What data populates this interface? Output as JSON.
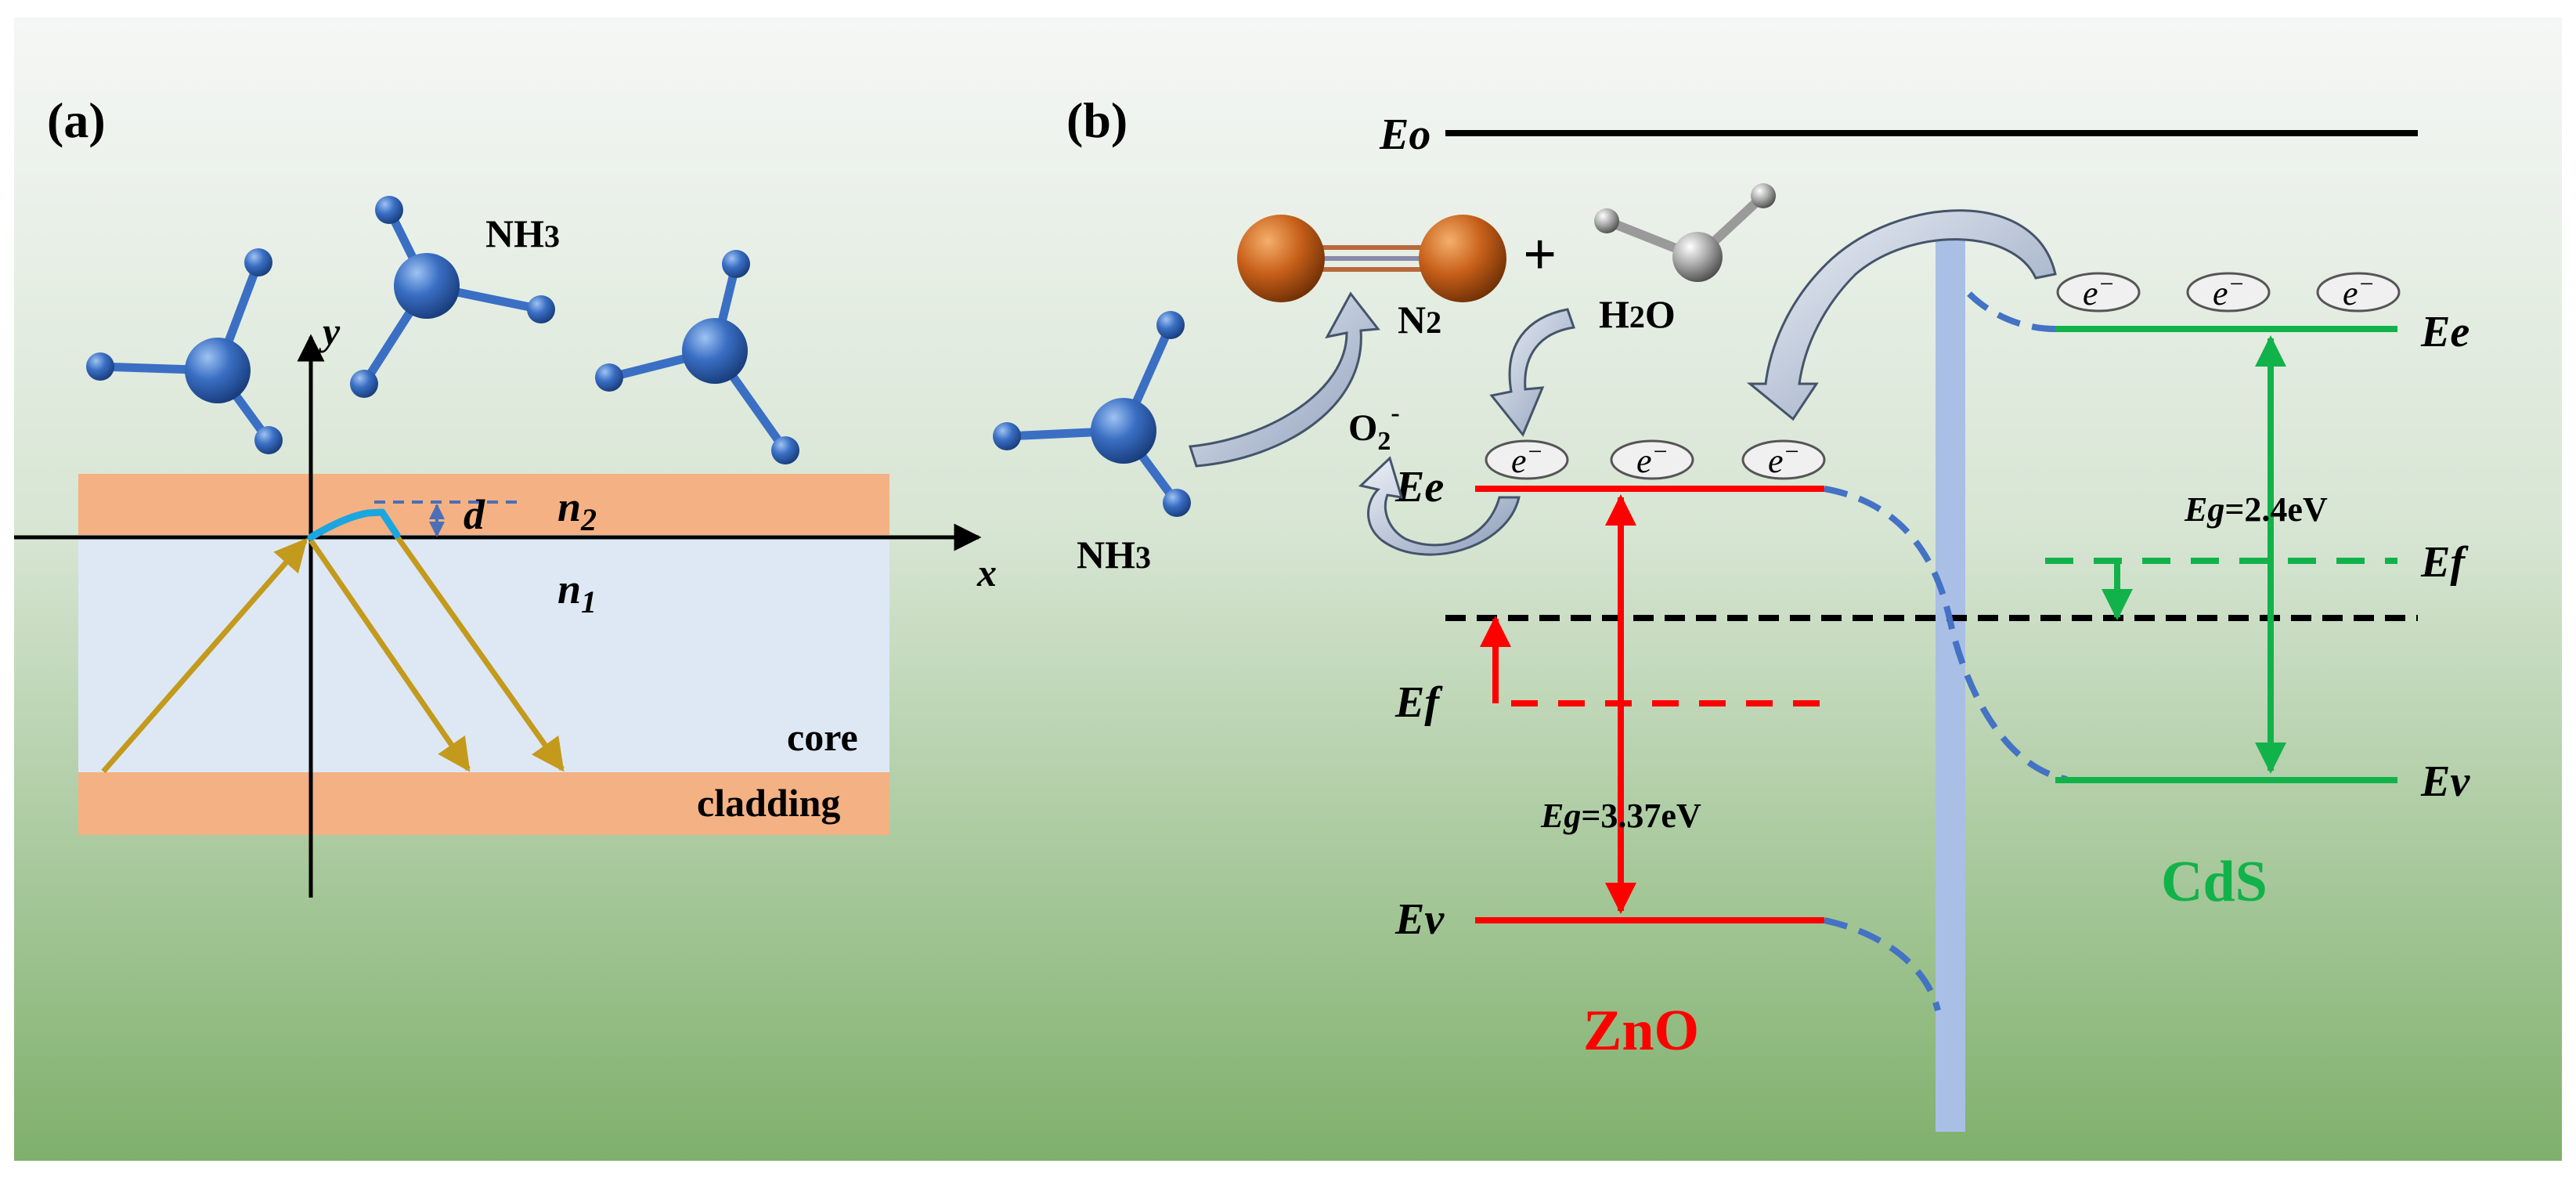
{
  "colors": {
    "bg_top": "#f5f7f6",
    "bg_bottom": "#7fb06c",
    "cladding": "#f4b183",
    "core": "#dde8f4",
    "ray": "#c49a1c",
    "evanescent": "#1aa6e0",
    "molecule": "#3a6fc4",
    "n2_atom": "#c8601a",
    "zno": "#ff0000",
    "cds": "#12b24a",
    "band_bend": "#4472c4",
    "interface": "#a9bfe6",
    "black": "#000000"
  },
  "panel_a": {
    "label": "(a)",
    "nh3_label": "NH",
    "nh3_sub": "3",
    "axis_x": "x",
    "axis_y": "y",
    "depth": "d",
    "n2_main": "n",
    "n2_sub": "2",
    "n1_main": "n",
    "n1_sub": "1",
    "core": "core",
    "cladding": "cladding"
  },
  "panel_b": {
    "label": "(b)",
    "eo": "Eo",
    "n2_label": "N",
    "n2_sub": "2",
    "plus": "+",
    "h2o_label_a": "H",
    "h2o_sub": "2",
    "h2o_label_b": "O",
    "o2_label": "O",
    "o2_sub": "2",
    "o2_sup": "-",
    "nh3_label": "NH",
    "nh3_sub": "3",
    "electron": "e",
    "electron_sup": "−",
    "zno": {
      "name": "ZnO",
      "ee": "Ee",
      "ef": "Ef",
      "ev": "Ev",
      "eg_prefix": "Eg",
      "eg_value": "=3.37eV"
    },
    "cds": {
      "name": "CdS",
      "ee": "Ee",
      "ef": "Ef",
      "ev": "Ev",
      "eg_prefix": "Eg",
      "eg_value": "=2.4eV"
    }
  }
}
